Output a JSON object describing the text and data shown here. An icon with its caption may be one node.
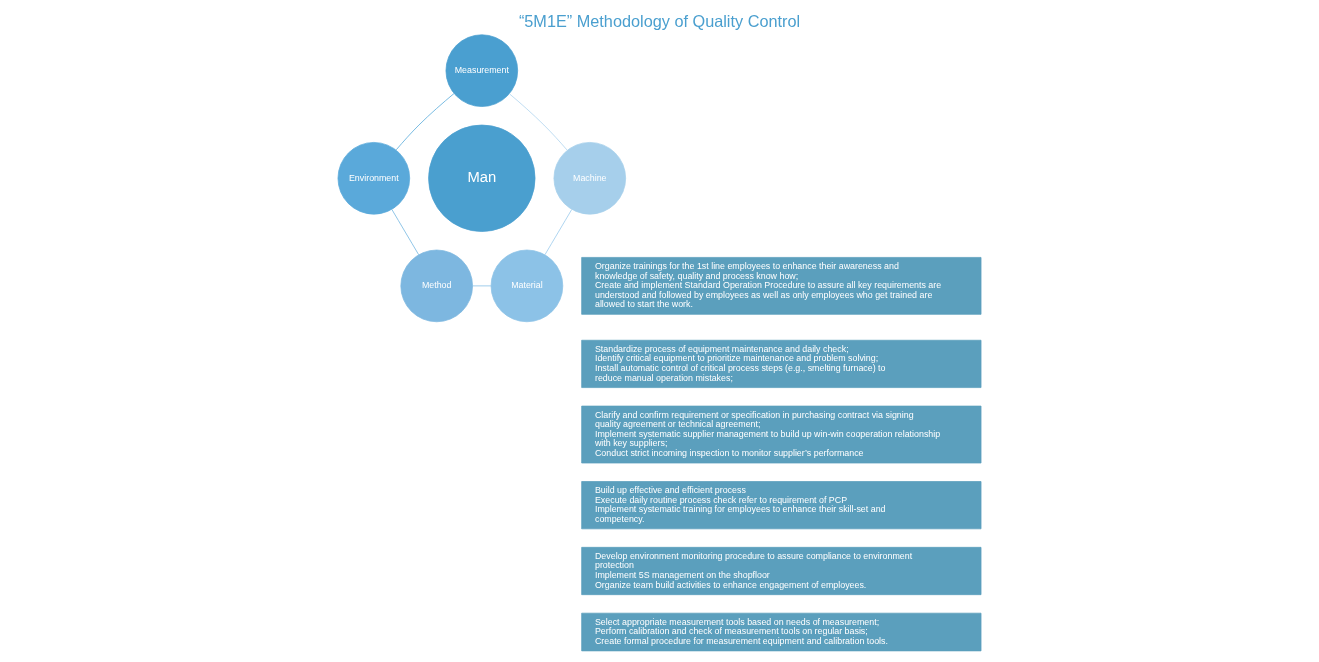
{
  "diagram": {
    "title": "“5M1E” Methodology of Quality Control",
    "nodes": [
      {
        "text": [
          "Measurement"
        ]
      },
      {
        "text": [
          "Environment"
        ]
      },
      {
        "text": [
          "Man"
        ]
      },
      {
        "text": [
          "Machine"
        ]
      },
      {
        "text": [
          "Method"
        ]
      },
      {
        "text": [
          "Material"
        ]
      },
      {
        "text": [
          "Organize trainings for the 1st line employees to enhance their awareness and knowledge of safety, quality and process know how;",
          "Create and implement Standard Operation Procedure to assure all key requirements are understood and followed by employees as well as only employees who get trained are allowed to start the work."
        ]
      },
      {
        "text": [
          "Standardize process of equipment maintenance and daily check;",
          "Identify critical equipment to prioritize maintenance and problem solving;",
          "Install automatic control of critical process steps (e.g., smelting furnace) to reduce manual operation mistakes;"
        ]
      },
      {
        "text": [
          "Clarify and confirm requirement or specification in purchasing contract via signing quality agreement or technical agreement;",
          "Implement systematic supplier management to build up win-win cooperation relationship with key suppliers;",
          "Conduct strict incoming inspection to monitor supplier’s performance"
        ]
      },
      {
        "text": [
          "Build up effective and efficient process",
          "Execute daily routine process check refer to requirement of PCP",
          "Implement systematic training for employees to enhance their skill-set and competency."
        ]
      },
      {
        "text": [
          "Develop environment monitoring procedure to assure compliance to environment protection",
          "Implement 5S management on the shopfloor",
          "Organize team build activities to enhance engagement of employees."
        ]
      },
      {
        "text": [
          "Select appropriate measurement tools based on needs of measurement;",
          "Perform calibration and check of measurement tools on regular basis;",
          "Create formal procedure for measurement equipment and calibration tools."
        ]
      }
    ],
    "edges": [
      {
        "from": 0,
        "to": 3,
        "arrow": "none",
        "color": "#a9d1ee"
      },
      {
        "from": 3,
        "to": 5,
        "arrow": "none",
        "color": "#93c6ea"
      },
      {
        "from": 5,
        "to": 4,
        "arrow": "none",
        "color": "#7fbbe4"
      },
      {
        "from": 4,
        "to": 1,
        "arrow": "none",
        "color": "#68b0de"
      },
      {
        "from": 1,
        "to": 0,
        "arrow": "none",
        "color": "#4ba4d8"
      }
    ]
  }
}
